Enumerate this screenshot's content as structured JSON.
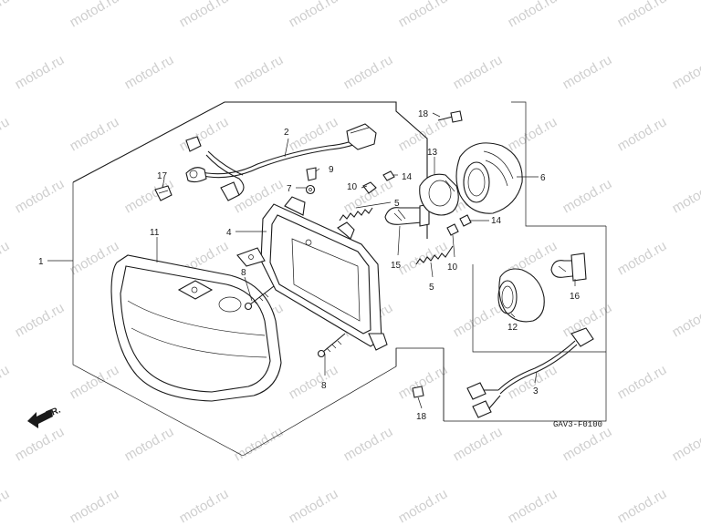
{
  "watermark": "motod.ru",
  "diagram_ref": "GAV3-F0100",
  "direction_label": "FR.",
  "callouts": [
    {
      "id": "c1",
      "text": "1"
    },
    {
      "id": "c2",
      "text": "2"
    },
    {
      "id": "c3",
      "text": "3"
    },
    {
      "id": "c4",
      "text": "4"
    },
    {
      "id": "c5a",
      "text": "5"
    },
    {
      "id": "c5b",
      "text": "5"
    },
    {
      "id": "c6",
      "text": "6"
    },
    {
      "id": "c7",
      "text": "7"
    },
    {
      "id": "c8a",
      "text": "8"
    },
    {
      "id": "c8b",
      "text": "8"
    },
    {
      "id": "c9",
      "text": "9"
    },
    {
      "id": "c10a",
      "text": "10"
    },
    {
      "id": "c10b",
      "text": "10"
    },
    {
      "id": "c11",
      "text": "11"
    },
    {
      "id": "c12",
      "text": "12"
    },
    {
      "id": "c13",
      "text": "13"
    },
    {
      "id": "c14a",
      "text": "14"
    },
    {
      "id": "c14b",
      "text": "14"
    },
    {
      "id": "c15",
      "text": "15"
    },
    {
      "id": "c16",
      "text": "16"
    },
    {
      "id": "c17",
      "text": "17"
    },
    {
      "id": "c18a",
      "text": "18"
    },
    {
      "id": "c18b",
      "text": "18"
    }
  ],
  "colors": {
    "line": "#1a1a1a",
    "watermark": "#cfcfcf",
    "background": "#ffffff"
  }
}
